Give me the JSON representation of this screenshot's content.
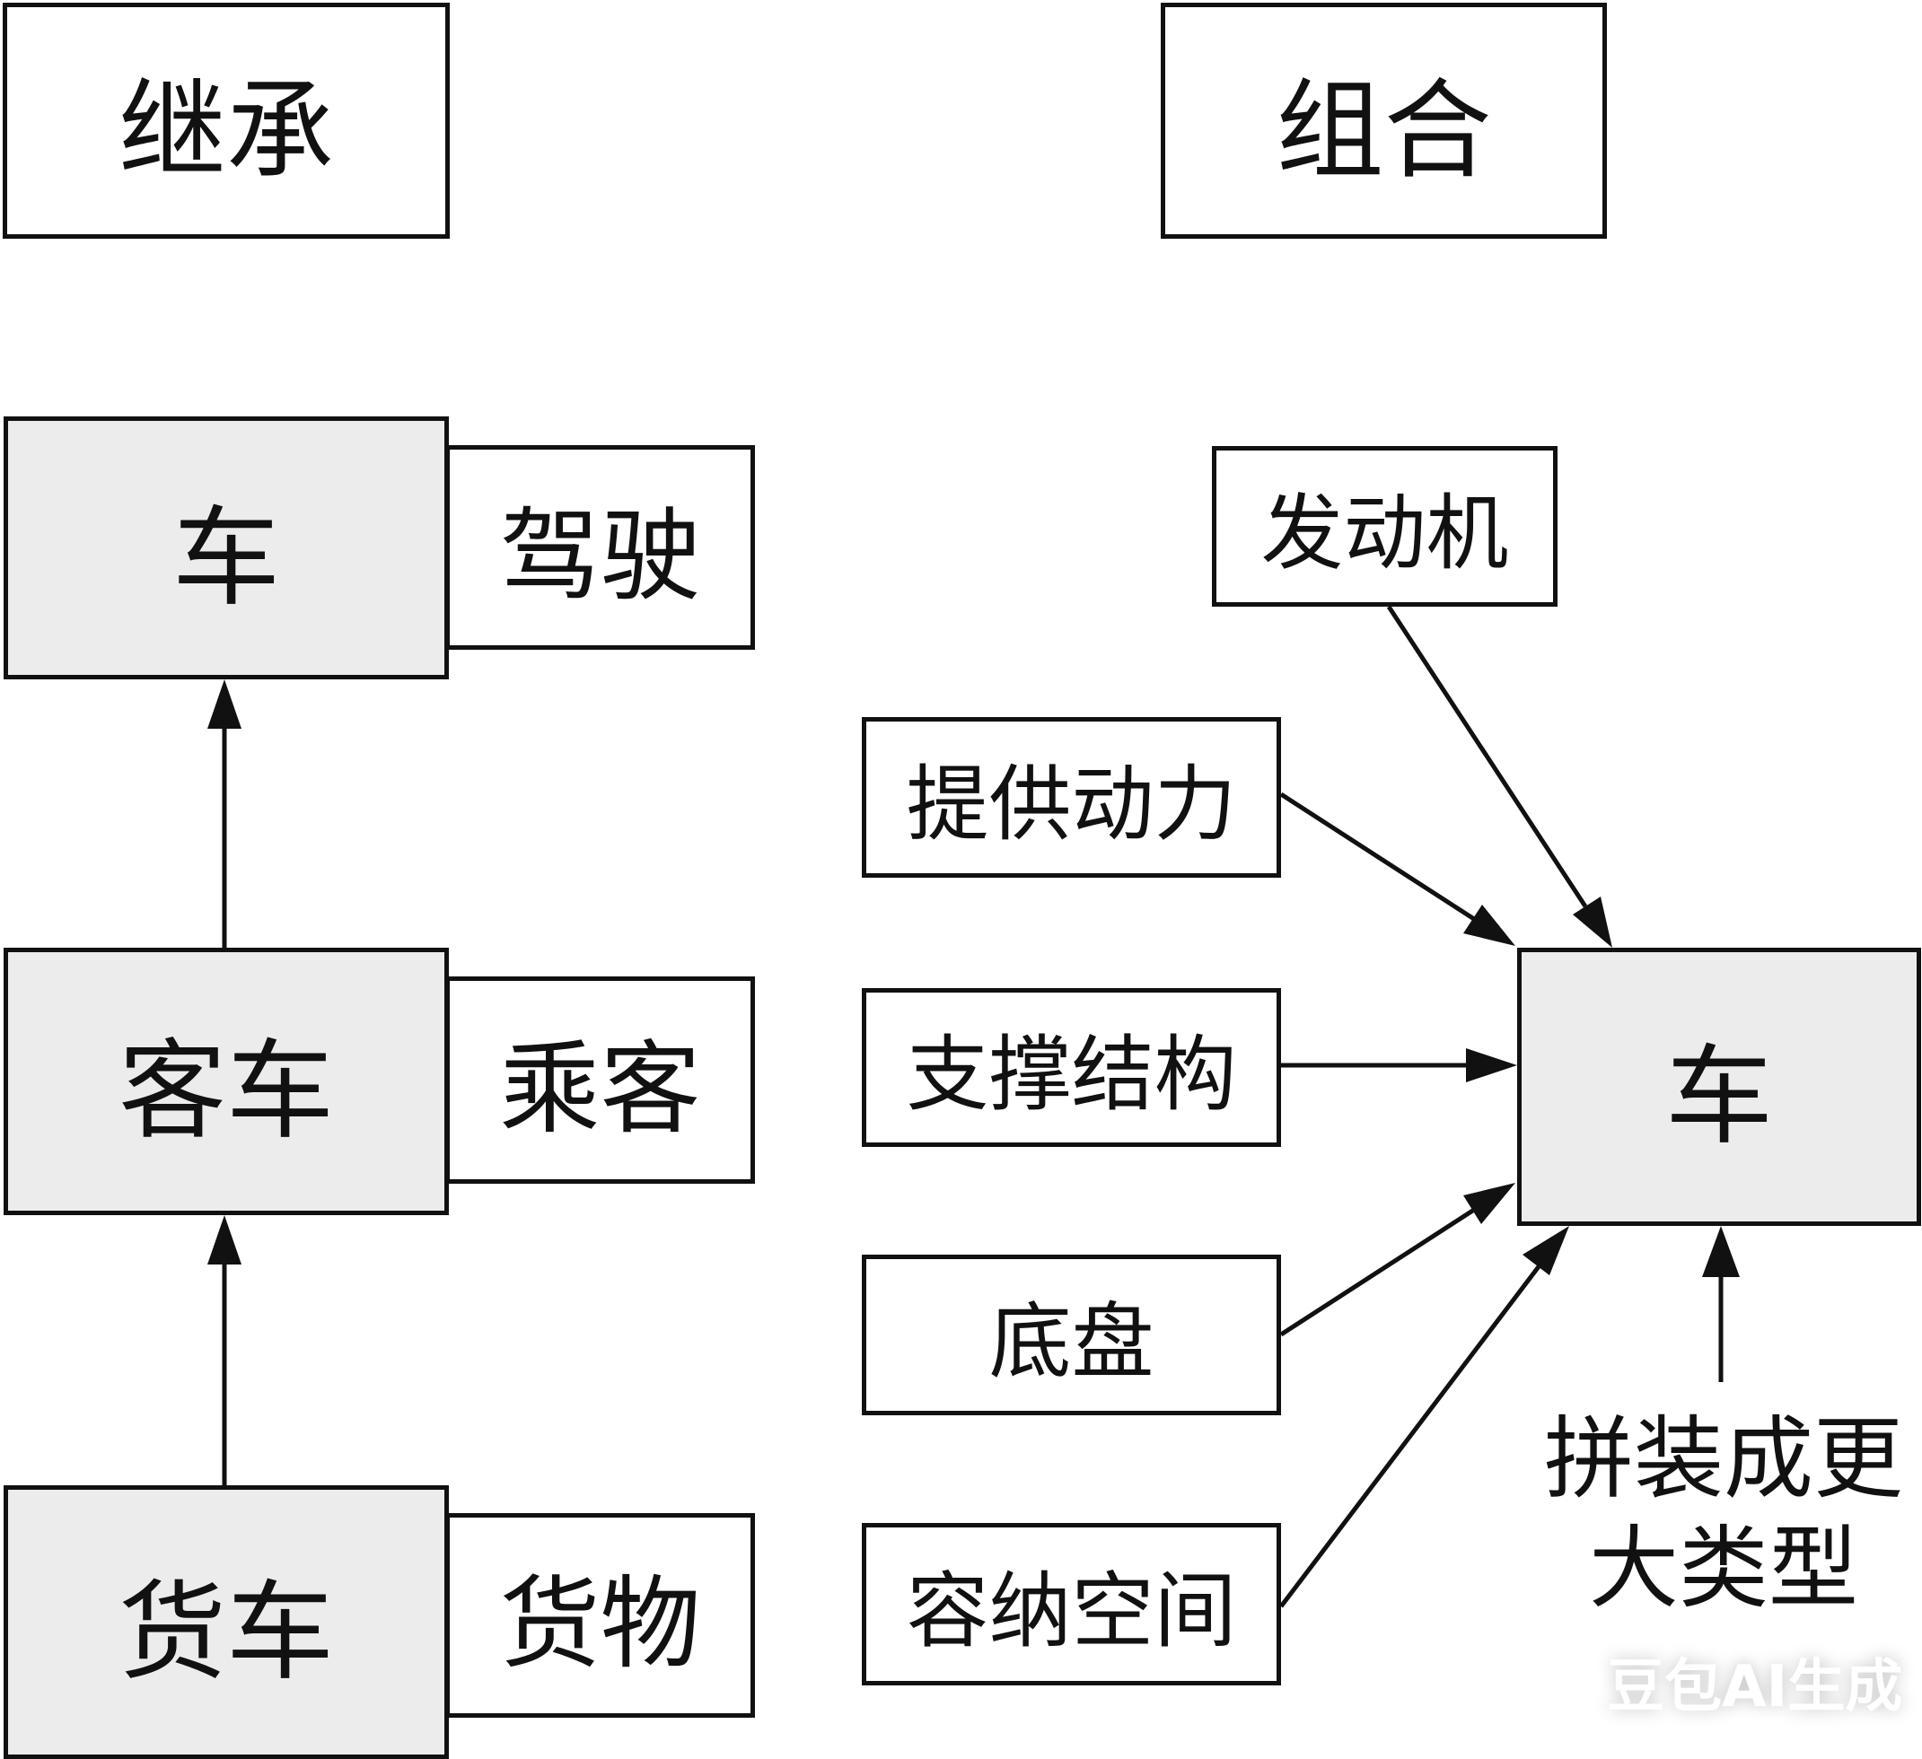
{
  "inheritance": {
    "title": "继承",
    "classes": [
      {
        "name": "车",
        "member": "驾驶"
      },
      {
        "name": "客车",
        "member": "乘客"
      },
      {
        "name": "货车",
        "member": "货物"
      }
    ]
  },
  "composition": {
    "title": "组合",
    "target": "车",
    "parts": [
      "发动机",
      "提供动力",
      "支撑结构",
      "底盘",
      "容纳空间"
    ],
    "caption_line1": "拼装成更",
    "caption_line2": "大类型"
  },
  "watermark": "豆包AI生成"
}
